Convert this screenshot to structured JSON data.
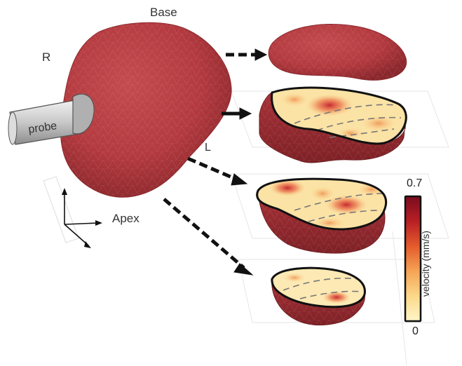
{
  "labels": {
    "base": "Base",
    "right": "R",
    "left": "L",
    "apex": "Apex",
    "probe": "probe"
  },
  "colorbar": {
    "title": "velocity (mm/s)",
    "max": "0.7",
    "min": "0",
    "colors": [
      "#fff6c8",
      "#fcd88a",
      "#f5a455",
      "#e45b2c",
      "#b81f25",
      "#7a0c1e"
    ]
  },
  "colors": {
    "tissue": "#b83b40",
    "tissue_dark": "#8e2a2f",
    "arrow": "#111111",
    "probe": "#c8c8c8"
  }
}
